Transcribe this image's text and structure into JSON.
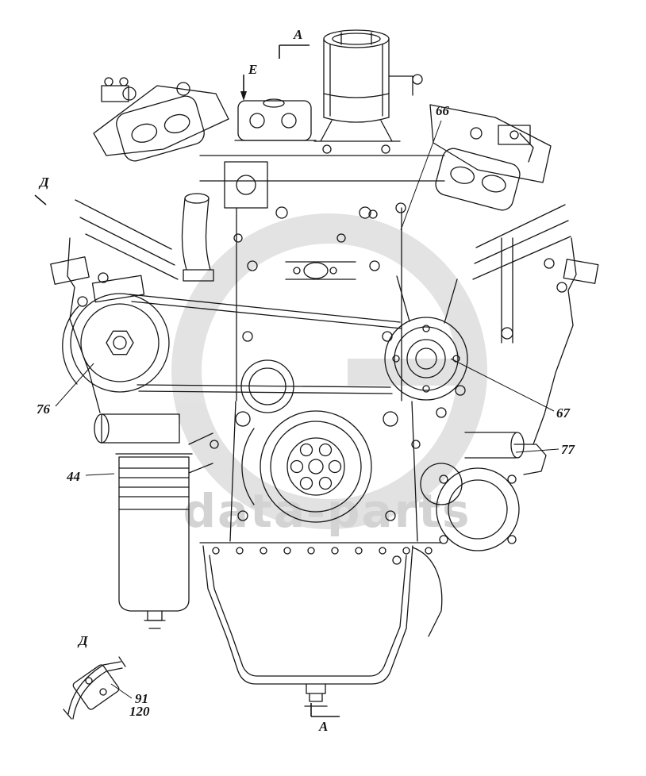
{
  "diagram": {
    "watermark": "data-parts",
    "labels": [
      {
        "id": "section-a-top",
        "text": "А"
      },
      {
        "id": "view-e",
        "text": "Е"
      },
      {
        "id": "view-d-upper",
        "text": "Д"
      },
      {
        "id": "callout-66",
        "text": "66"
      },
      {
        "id": "callout-76",
        "text": "76"
      },
      {
        "id": "callout-67",
        "text": "67"
      },
      {
        "id": "callout-77",
        "text": "77"
      },
      {
        "id": "callout-44",
        "text": "44"
      },
      {
        "id": "view-d-lower",
        "text": "Д"
      },
      {
        "id": "callout-91",
        "text": "91"
      },
      {
        "id": "callout-120",
        "text": "120"
      },
      {
        "id": "section-a-bottom",
        "text": "А"
      }
    ]
  }
}
